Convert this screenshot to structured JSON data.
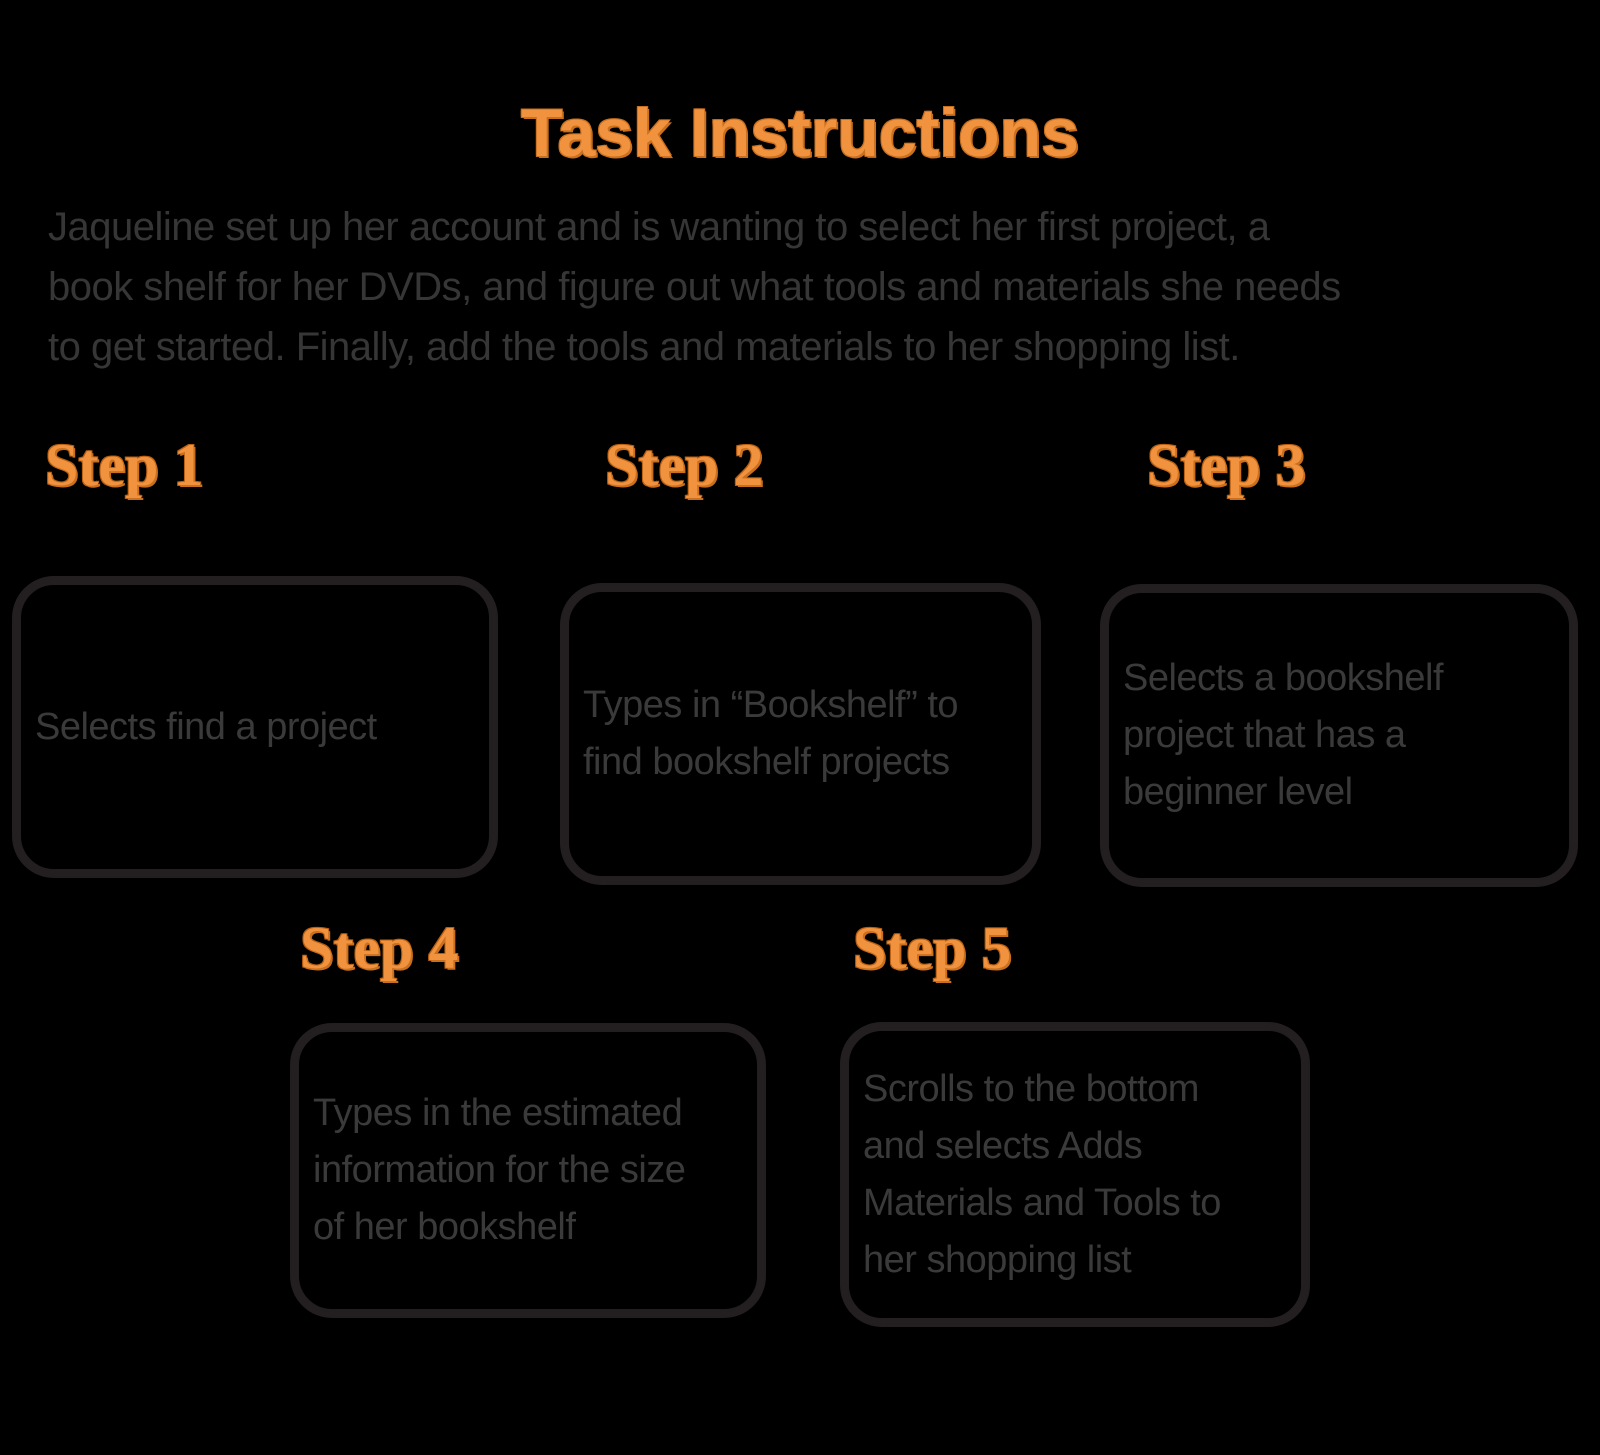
{
  "page": {
    "background_color": "#000000"
  },
  "colors": {
    "accent_orange": "#F0923E",
    "accent_outline": "#C96F1E",
    "box_border": "#231F20",
    "box_text": "#3A3A3A",
    "intro_text": "#363636"
  },
  "title": {
    "text": "Task Instructions"
  },
  "intro": {
    "lines": [
      "Jaqueline set up her account and is wanting to select her first project, a",
      "book shelf for her DVDs, and figure out what tools and materials she needs",
      "to get started. Finally, add the tools and materials to her shopping list."
    ]
  },
  "steps": [
    {
      "label": "Step 1",
      "lines": [
        "Selects find a project"
      ]
    },
    {
      "label": "Step 2",
      "lines": [
        "Types in “Bookshelf” to",
        "find bookshelf projects"
      ]
    },
    {
      "label": "Step 3",
      "lines": [
        "Selects a bookshelf",
        "project that has a",
        "beginner level"
      ]
    },
    {
      "label": "Step 4",
      "lines": [
        "Types in the estimated",
        "information for the size",
        "of her bookshelf"
      ]
    },
    {
      "label": "Step 5",
      "lines": [
        "Scrolls to the bottom",
        "and selects Adds",
        "Materials and Tools to",
        "her shopping list"
      ]
    }
  ]
}
